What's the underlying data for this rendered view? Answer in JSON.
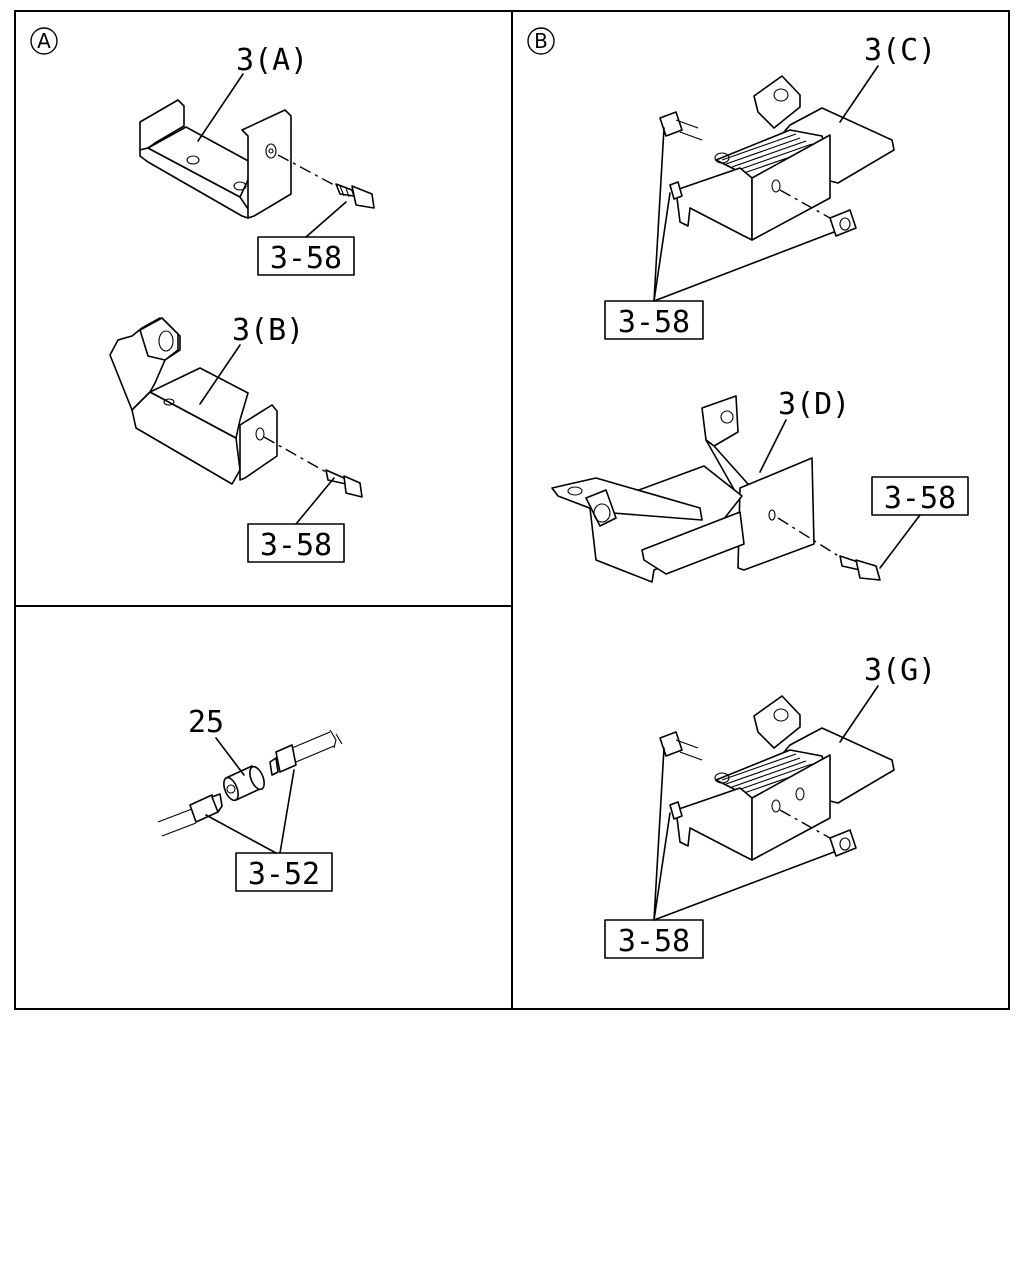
{
  "sections": {
    "a": {
      "marker": "A"
    },
    "b": {
      "marker": "B"
    }
  },
  "callouts": {
    "bracket_3a": "3(A)",
    "bracket_3b": "3(B)",
    "bracket_3c": "3(C)",
    "bracket_3d": "3(D)",
    "bracket_3g": "3(G)",
    "spacer_25": "25",
    "bolt_ref_a1": "3-58",
    "bolt_ref_a2": "3-58",
    "bolt_ref_c": "3-58",
    "bolt_ref_d": "3-58",
    "bolt_ref_g": "3-58",
    "stud_ref": "3-52"
  }
}
